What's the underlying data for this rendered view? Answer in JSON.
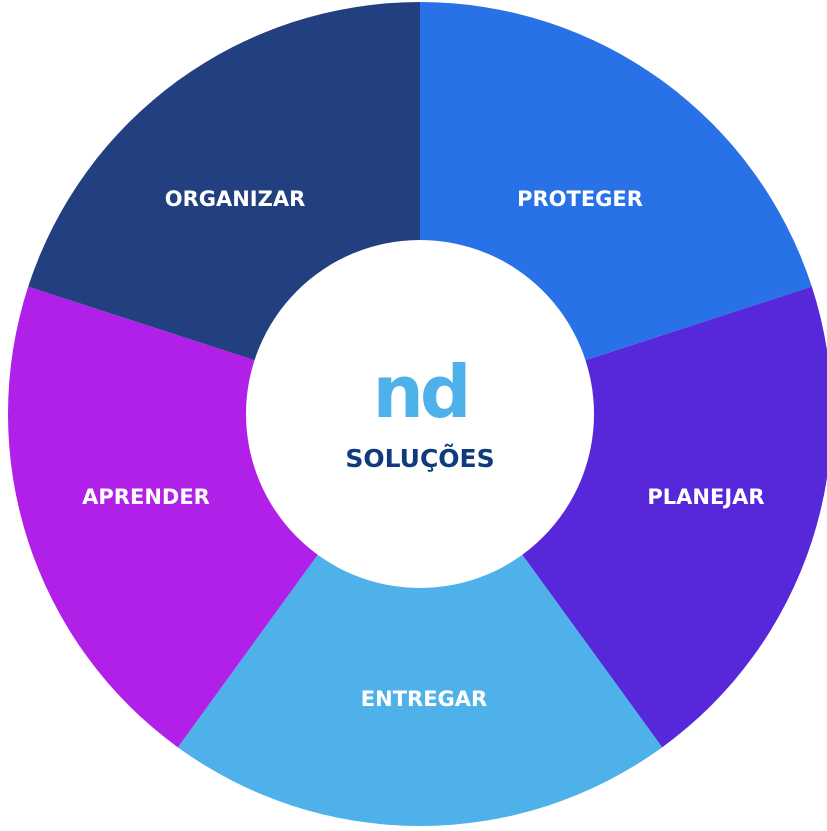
{
  "wheel": {
    "segments": [
      {
        "id": "proteger",
        "label": "PROTEGER",
        "color": "#2871E6"
      },
      {
        "id": "planejar",
        "label": "PLANEJAR",
        "color": "#5628DA"
      },
      {
        "id": "entregar",
        "label": "ENTREGAR",
        "color": "#4EB1E9"
      },
      {
        "id": "aprender",
        "label": "APRENDER",
        "color": "#B020E8"
      },
      {
        "id": "organizar",
        "label": "ORGANIZAR",
        "color": "#22407F"
      }
    ],
    "label_color": "#FFFFFF"
  },
  "center": {
    "logo_text": "nd",
    "logo_color": "#4EB1E9",
    "name": "SOLUÇÕES",
    "name_color": "#0F3A7C",
    "background": "#FFFFFF"
  }
}
